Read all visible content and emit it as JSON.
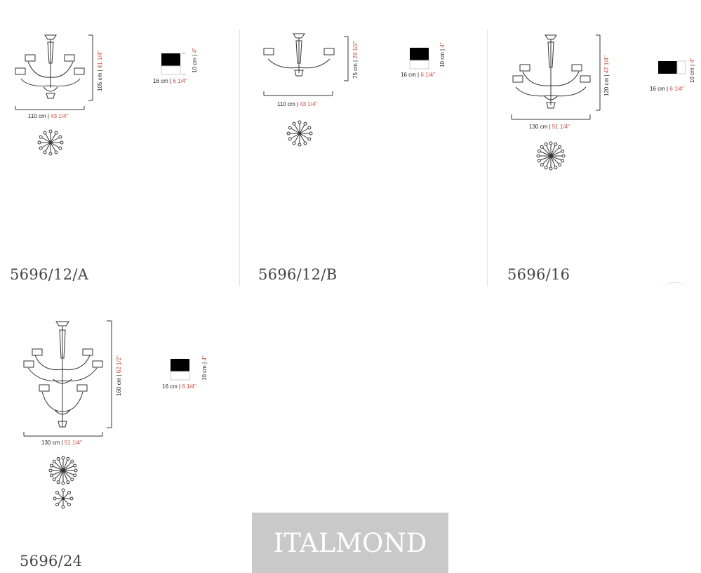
{
  "products": [
    {
      "code": "5696/12/A",
      "width_cm": "110 cm",
      "width_in": "43 1/4\"",
      "height_cm": "105 cm",
      "height_in": "41 1/4\"",
      "shade": {
        "w_cm": "16 cm",
        "w_in": "6 1/4\"",
        "h_cm": "10 cm",
        "h_in": "4\""
      }
    },
    {
      "code": "5696/12/B",
      "width_cm": "110 cm",
      "width_in": "43 1/4\"",
      "height_cm": "75 cm",
      "height_in": "29 1/2\"",
      "shade": {
        "w_cm": "16 cm",
        "w_in": "6 1/4\"",
        "h_cm": "10 cm",
        "h_in": "4\""
      }
    },
    {
      "code": "5696/16",
      "width_cm": "130 cm",
      "width_in": "51 1/4\"",
      "height_cm": "120 cm",
      "height_in": "47 1/4\"",
      "shade": {
        "w_cm": "16 cm",
        "w_in": "6 1/4\"",
        "h_cm": "10 cm",
        "h_in": "4\""
      }
    },
    {
      "code": "5696/24",
      "width_cm": "130 cm",
      "width_in": "51 1/4\"",
      "height_cm": "160 cm",
      "height_in": "62 1/2\"",
      "shade": {
        "w_cm": "16 cm",
        "w_in": "6 1/4\"",
        "h_cm": "10 cm",
        "h_in": "4\""
      }
    }
  ],
  "logo": "ITALMOND",
  "colors": {
    "accent": "#d9483b",
    "logo_bg": "#c9c9c9"
  }
}
